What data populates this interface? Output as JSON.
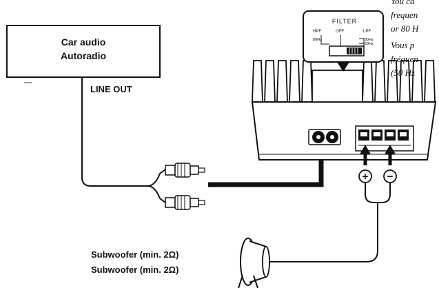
{
  "car_audio": {
    "line1": "Car audio",
    "line2": "Autoradio"
  },
  "line_out": "LINE OUT",
  "filter": {
    "title": "FILTER",
    "hpf": "HPF",
    "off": "OFF",
    "lpf": "LPF",
    "hpf_freq": "80Hz",
    "lpf_freq_1": "80Hz",
    "lpf_freq_2": "50Hz"
  },
  "side_note": {
    "lines": [
      "You ca",
      "frequen",
      "or 80 H",
      "Vous p",
      "fréquen",
      "(50 Hz"
    ]
  },
  "terminals": {
    "plus": "+",
    "minus": "−"
  },
  "subwoofer": {
    "line1": "Subwoofer (min. 2Ω)",
    "line2": "Subwoofer (min. 2Ω)"
  }
}
